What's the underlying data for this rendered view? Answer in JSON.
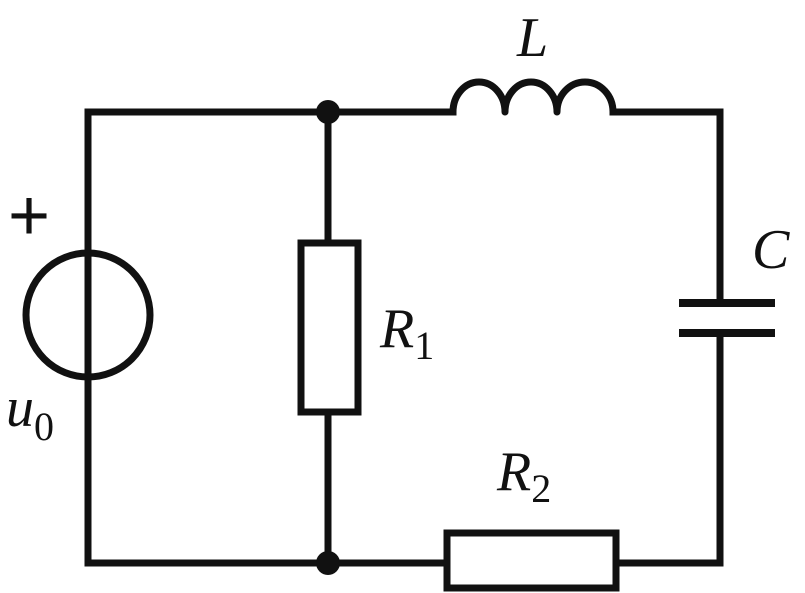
{
  "circuit": {
    "source": {
      "symbol": "u",
      "subscript": "0",
      "polarity": "+"
    },
    "resistor_1": {
      "symbol": "R",
      "subscript": "1"
    },
    "resistor_2": {
      "symbol": "R",
      "subscript": "2"
    },
    "inductor": {
      "symbol": "L"
    },
    "capacitor": {
      "symbol": "C"
    }
  }
}
